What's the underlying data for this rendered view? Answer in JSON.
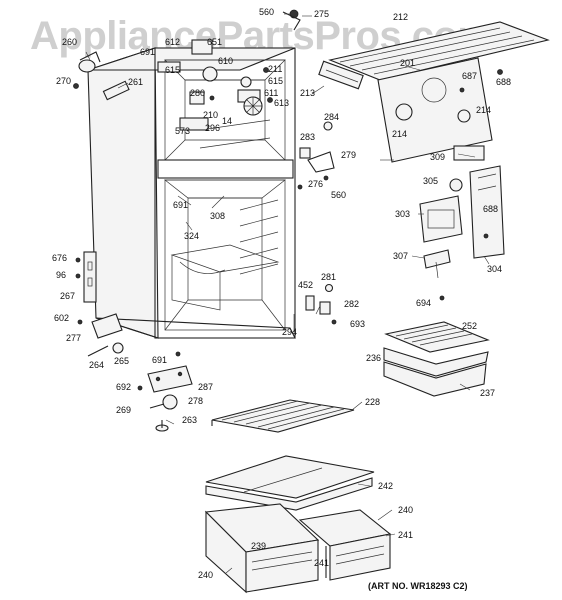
{
  "watermark": "AppliancePartsPros.com",
  "art_number": "(ART NO. WR18293 C2)",
  "callouts": [
    {
      "id": "c560a",
      "text": "560"
    },
    {
      "id": "c275",
      "text": "275"
    },
    {
      "id": "c212",
      "text": "212"
    },
    {
      "id": "c260",
      "text": "260"
    },
    {
      "id": "c691a",
      "text": "691"
    },
    {
      "id": "c612",
      "text": "612"
    },
    {
      "id": "c651",
      "text": "651"
    },
    {
      "id": "c201",
      "text": "201"
    },
    {
      "id": "c270",
      "text": "270"
    },
    {
      "id": "c261",
      "text": "261"
    },
    {
      "id": "c615a",
      "text": "615"
    },
    {
      "id": "c610",
      "text": "610"
    },
    {
      "id": "c687",
      "text": "687"
    },
    {
      "id": "c688a",
      "text": "688"
    },
    {
      "id": "c211",
      "text": "211"
    },
    {
      "id": "c615b",
      "text": "615"
    },
    {
      "id": "c280",
      "text": "280"
    },
    {
      "id": "c611",
      "text": "611"
    },
    {
      "id": "c213",
      "text": "213"
    },
    {
      "id": "c613",
      "text": "613"
    },
    {
      "id": "c214a",
      "text": "214"
    },
    {
      "id": "c210",
      "text": "210"
    },
    {
      "id": "c14",
      "text": "14"
    },
    {
      "id": "c573",
      "text": "573"
    },
    {
      "id": "c296",
      "text": "296"
    },
    {
      "id": "c284",
      "text": "284"
    },
    {
      "id": "c214b",
      "text": "214"
    },
    {
      "id": "c283",
      "text": "283"
    },
    {
      "id": "c279",
      "text": "279"
    },
    {
      "id": "c309",
      "text": "309"
    },
    {
      "id": "c276",
      "text": "276"
    },
    {
      "id": "c560b",
      "text": "560"
    },
    {
      "id": "c305",
      "text": "305"
    },
    {
      "id": "c691b",
      "text": "691"
    },
    {
      "id": "c308",
      "text": "308"
    },
    {
      "id": "c303",
      "text": "303"
    },
    {
      "id": "c688b",
      "text": "688"
    },
    {
      "id": "c324",
      "text": "324"
    },
    {
      "id": "c307",
      "text": "307"
    },
    {
      "id": "c676",
      "text": "676"
    },
    {
      "id": "c304",
      "text": "304"
    },
    {
      "id": "c96",
      "text": "96"
    },
    {
      "id": "c281",
      "text": "281"
    },
    {
      "id": "c452",
      "text": "452"
    },
    {
      "id": "c267",
      "text": "267"
    },
    {
      "id": "c282",
      "text": "282"
    },
    {
      "id": "c694",
      "text": "694"
    },
    {
      "id": "c602",
      "text": "602"
    },
    {
      "id": "c693",
      "text": "693"
    },
    {
      "id": "c252",
      "text": "252"
    },
    {
      "id": "c277",
      "text": "277"
    },
    {
      "id": "c294",
      "text": "294"
    },
    {
      "id": "c236",
      "text": "236"
    },
    {
      "id": "c264",
      "text": "264"
    },
    {
      "id": "c265",
      "text": "265"
    },
    {
      "id": "c691c",
      "text": "691"
    },
    {
      "id": "c237",
      "text": "237"
    },
    {
      "id": "c692",
      "text": "692"
    },
    {
      "id": "c287",
      "text": "287"
    },
    {
      "id": "c278",
      "text": "278"
    },
    {
      "id": "c228",
      "text": "228"
    },
    {
      "id": "c269",
      "text": "269"
    },
    {
      "id": "c263",
      "text": "263"
    },
    {
      "id": "c242",
      "text": "242"
    },
    {
      "id": "c240a",
      "text": "240"
    },
    {
      "id": "c239",
      "text": "239"
    },
    {
      "id": "c241a",
      "text": "241"
    },
    {
      "id": "c240b",
      "text": "240"
    },
    {
      "id": "c241b",
      "text": "241"
    }
  ]
}
